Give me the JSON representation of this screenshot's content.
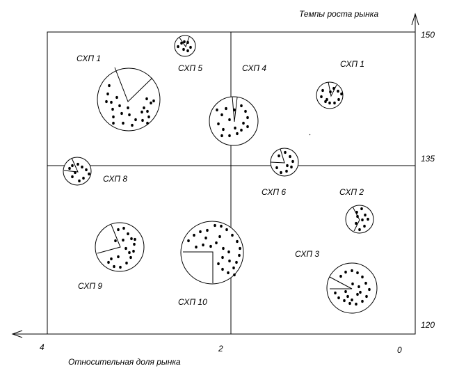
{
  "axes": {
    "y_title": "Темпы роста рынка",
    "x_title": "Относительная доля рынка",
    "y_ticks": [
      "150",
      "135",
      "120"
    ],
    "x_ticks": [
      "4",
      "2",
      "0"
    ]
  },
  "units": [
    {
      "label": "СХП 1"
    },
    {
      "label": "СХП 5"
    },
    {
      "label": "СХП 4"
    },
    {
      "label": "СХП 1"
    },
    {
      "label": "СХП 8"
    },
    {
      "label": "СХП 6"
    },
    {
      "label": "СХП 2"
    },
    {
      "label": "СХП 3"
    },
    {
      "label": "СХП 9"
    },
    {
      "label": "СХП 10"
    }
  ]
}
